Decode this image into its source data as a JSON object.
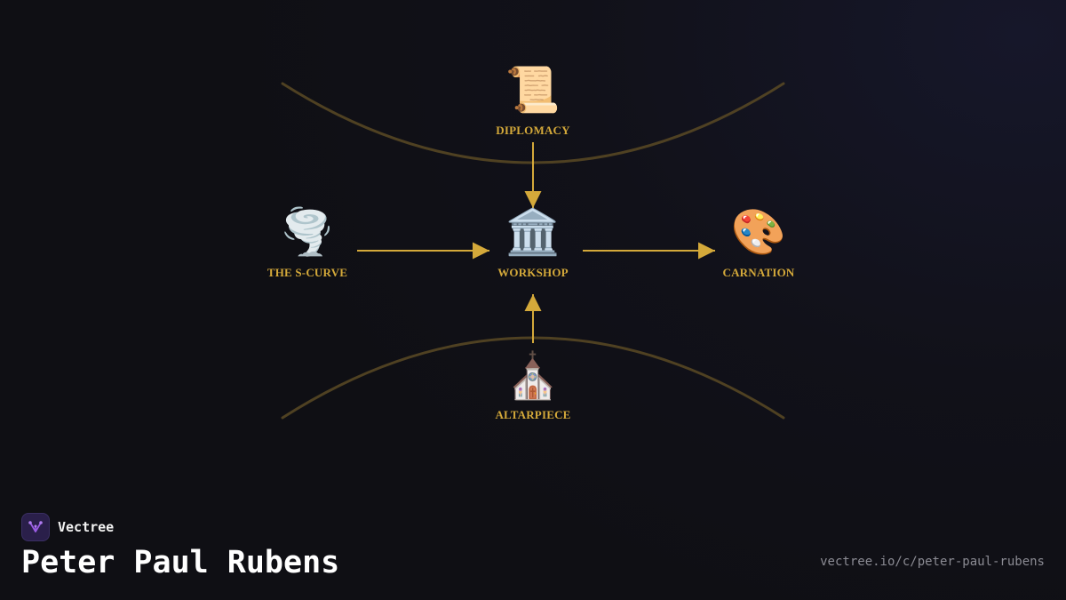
{
  "brand": {
    "name": "Vectree",
    "logo_icon": "vectree-logo-icon",
    "accent": "#9b5de5"
  },
  "title": "Peter Paul Rubens",
  "url": "vectree.io/c/peter-paul-rubens",
  "colors": {
    "accent": "#d4a93a",
    "arc": "#5a4a24",
    "background": "#111119"
  },
  "diagram": {
    "center": {
      "id": "workshop",
      "label": "WORKSHOP",
      "icon": "🏛️",
      "icon_name": "classical-building-icon"
    },
    "nodes": [
      {
        "id": "diplomacy",
        "label": "DIPLOMACY",
        "icon": "📜",
        "icon_name": "scroll-icon"
      },
      {
        "id": "the-s-curve",
        "label": "THE S-CURVE",
        "icon": "🌪️",
        "icon_name": "tornado-icon"
      },
      {
        "id": "carnation",
        "label": "CARNATION",
        "icon": "🎨",
        "icon_name": "artist-palette-icon"
      },
      {
        "id": "altarpiece",
        "label": "ALTARPIECE",
        "icon": "⛪",
        "icon_name": "church-icon"
      }
    ],
    "edges": [
      {
        "from": "diplomacy",
        "to": "workshop"
      },
      {
        "from": "the-s-curve",
        "to": "workshop"
      },
      {
        "from": "workshop",
        "to": "carnation"
      },
      {
        "from": "altarpiece",
        "to": "workshop"
      }
    ]
  }
}
